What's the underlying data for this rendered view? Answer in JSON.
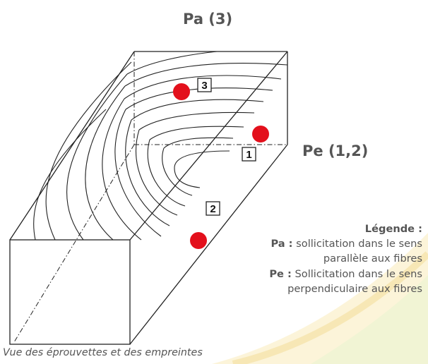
{
  "labels": {
    "pa_direction": "Pa (3)",
    "pe_direction": "Pe (1,2)"
  },
  "specimens": [
    {
      "number": "3"
    },
    {
      "number": "1"
    },
    {
      "number": "2"
    }
  ],
  "legend": {
    "title": "Légende :",
    "pa_key": "Pa :",
    "pa_text": "sollicitation dans le sens parallèle aux fibres",
    "pe_key": "Pe :",
    "pe_text": "Sollicitation dans le sens perpendiculaire aux fibres"
  },
  "caption": "Vue des éprouvettes et des empreintes",
  "colors": {
    "imprint": "#e3101c",
    "text": "#555555",
    "line": "#222222",
    "watermark": "#f5e4a6"
  }
}
